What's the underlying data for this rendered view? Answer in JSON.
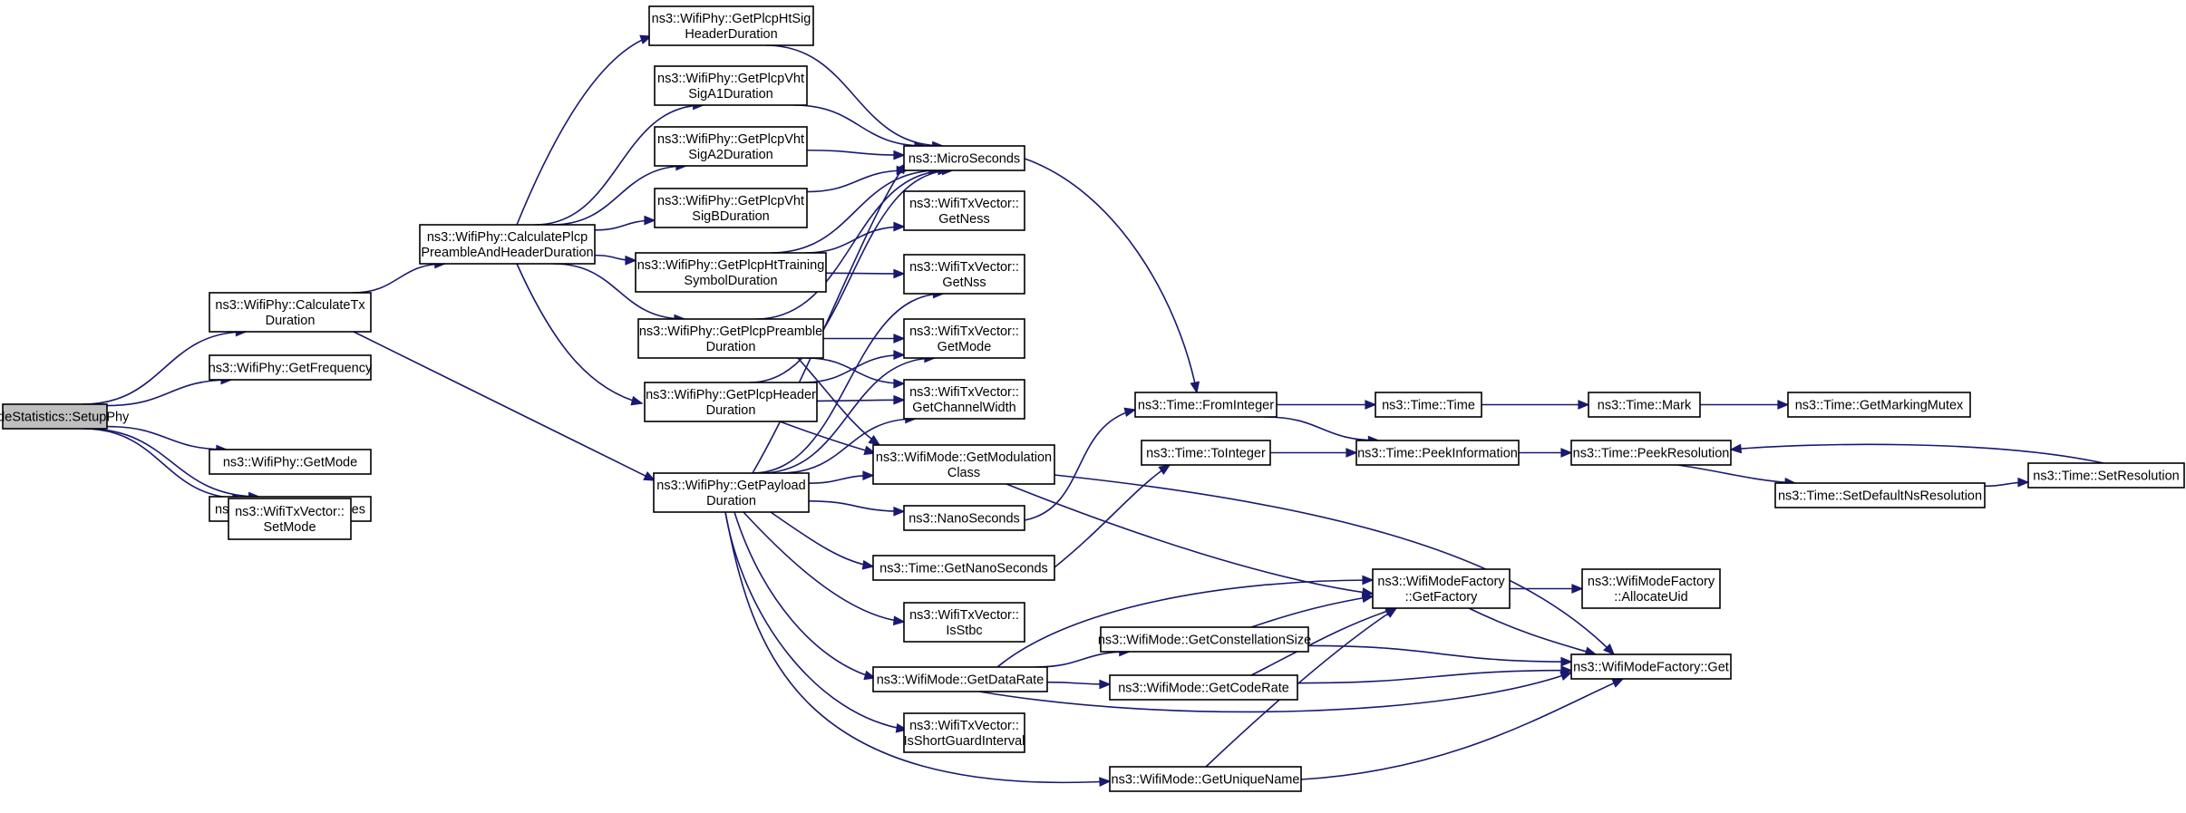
{
  "graph": {
    "nodes": [
      {
        "id": "setupphy",
        "lines": [
          "NodeStatistics::SetupPhy"
        ],
        "root": true
      },
      {
        "id": "calctx",
        "lines": [
          "ns3::WifiPhy::CalculateTx",
          "Duration"
        ]
      },
      {
        "id": "getfreq",
        "lines": [
          "ns3::WifiPhy::GetFrequency"
        ]
      },
      {
        "id": "getmode",
        "lines": [
          "ns3::WifiPhy::GetMode"
        ]
      },
      {
        "id": "getnmodes",
        "lines": [
          "ns3::WifiPhy::GetNModes"
        ]
      },
      {
        "id": "setmode",
        "lines": [
          "ns3::WifiTxVector::",
          "SetMode"
        ]
      },
      {
        "id": "calcplcp",
        "lines": [
          "ns3::WifiPhy::CalculatePlcp",
          "PreambleAndHeaderDuration"
        ]
      },
      {
        "id": "getpayload",
        "lines": [
          "ns3::WifiPhy::GetPayload",
          "Duration"
        ]
      },
      {
        "id": "htsig",
        "lines": [
          "ns3::WifiPhy::GetPlcpHtSig",
          "HeaderDuration"
        ]
      },
      {
        "id": "vhtsiga1",
        "lines": [
          "ns3::WifiPhy::GetPlcpVht",
          "SigA1Duration"
        ]
      },
      {
        "id": "vhtsiga2",
        "lines": [
          "ns3::WifiPhy::GetPlcpVht",
          "SigA2Duration"
        ]
      },
      {
        "id": "vhtsigb",
        "lines": [
          "ns3::WifiPhy::GetPlcpVht",
          "SigBDuration"
        ]
      },
      {
        "id": "httraining",
        "lines": [
          "ns3::WifiPhy::GetPlcpHtTraining",
          "SymbolDuration"
        ]
      },
      {
        "id": "preamble",
        "lines": [
          "ns3::WifiPhy::GetPlcpPreamble",
          "Duration"
        ]
      },
      {
        "id": "header",
        "lines": [
          "ns3::WifiPhy::GetPlcpHeader",
          "Duration"
        ]
      },
      {
        "id": "micro",
        "lines": [
          "ns3::MicroSeconds"
        ]
      },
      {
        "id": "getness",
        "lines": [
          "ns3::WifiTxVector::",
          "GetNess"
        ]
      },
      {
        "id": "getnss",
        "lines": [
          "ns3::WifiTxVector::",
          "GetNss"
        ]
      },
      {
        "id": "txgetmode",
        "lines": [
          "ns3::WifiTxVector::",
          "GetMode"
        ]
      },
      {
        "id": "chwidth",
        "lines": [
          "ns3::WifiTxVector::",
          "GetChannelWidth"
        ]
      },
      {
        "id": "modclass",
        "lines": [
          "ns3::WifiMode::GetModulation",
          "Class"
        ]
      },
      {
        "id": "nano",
        "lines": [
          "ns3::NanoSeconds"
        ]
      },
      {
        "id": "getnano",
        "lines": [
          "ns3::Time::GetNanoSeconds"
        ]
      },
      {
        "id": "isstbc",
        "lines": [
          "ns3::WifiTxVector::",
          "IsStbc"
        ]
      },
      {
        "id": "datarate",
        "lines": [
          "ns3::WifiMode::GetDataRate"
        ]
      },
      {
        "id": "shortgi",
        "lines": [
          "ns3::WifiTxVector::",
          "IsShortGuardInterval"
        ]
      },
      {
        "id": "uniquename",
        "lines": [
          "ns3::WifiMode::GetUniqueName"
        ]
      },
      {
        "id": "fromint",
        "lines": [
          "ns3::Time::FromInteger"
        ]
      },
      {
        "id": "toint",
        "lines": [
          "ns3::Time::ToInteger"
        ]
      },
      {
        "id": "constsize",
        "lines": [
          "ns3::WifiMode::GetConstellationSize"
        ]
      },
      {
        "id": "coderate",
        "lines": [
          "ns3::WifiMode::GetCodeRate"
        ]
      },
      {
        "id": "time",
        "lines": [
          "ns3::Time::Time"
        ]
      },
      {
        "id": "peekinfo",
        "lines": [
          "ns3::Time::PeekInformation"
        ]
      },
      {
        "id": "getfactory",
        "lines": [
          "ns3::WifiModeFactory",
          "::GetFactory"
        ]
      },
      {
        "id": "mfget",
        "lines": [
          "ns3::WifiModeFactory::Get"
        ]
      },
      {
        "id": "mark",
        "lines": [
          "ns3::Time::Mark"
        ]
      },
      {
        "id": "peekres",
        "lines": [
          "ns3::Time::PeekResolution"
        ]
      },
      {
        "id": "allocuid",
        "lines": [
          "ns3::WifiModeFactory",
          "::AllocateUid"
        ]
      },
      {
        "id": "setdefns",
        "lines": [
          "ns3::Time::SetDefaultNsResolution"
        ]
      },
      {
        "id": "mutex",
        "lines": [
          "ns3::Time::GetMarkingMutex"
        ]
      },
      {
        "id": "setres",
        "lines": [
          "ns3::Time::SetResolution"
        ]
      }
    ],
    "edges": [
      [
        "setupphy",
        "calctx"
      ],
      [
        "setupphy",
        "getfreq"
      ],
      [
        "setupphy",
        "getmode"
      ],
      [
        "setupphy",
        "getnmodes"
      ],
      [
        "setupphy",
        "setmode"
      ],
      [
        "calctx",
        "calcplcp"
      ],
      [
        "calctx",
        "getpayload"
      ],
      [
        "calcplcp",
        "htsig"
      ],
      [
        "calcplcp",
        "vhtsiga1"
      ],
      [
        "calcplcp",
        "vhtsiga2"
      ],
      [
        "calcplcp",
        "vhtsigb"
      ],
      [
        "calcplcp",
        "httraining"
      ],
      [
        "calcplcp",
        "preamble"
      ],
      [
        "calcplcp",
        "header"
      ],
      [
        "htsig",
        "micro"
      ],
      [
        "vhtsiga1",
        "micro"
      ],
      [
        "vhtsiga2",
        "micro"
      ],
      [
        "vhtsigb",
        "micro"
      ],
      [
        "httraining",
        "micro"
      ],
      [
        "httraining",
        "getness"
      ],
      [
        "httraining",
        "getnss"
      ],
      [
        "preamble",
        "micro"
      ],
      [
        "preamble",
        "txgetmode"
      ],
      [
        "preamble",
        "chwidth"
      ],
      [
        "preamble",
        "modclass"
      ],
      [
        "header",
        "micro"
      ],
      [
        "header",
        "txgetmode"
      ],
      [
        "header",
        "chwidth"
      ],
      [
        "header",
        "modclass"
      ],
      [
        "getpayload",
        "micro"
      ],
      [
        "getpayload",
        "getnss"
      ],
      [
        "getpayload",
        "txgetmode"
      ],
      [
        "getpayload",
        "chwidth"
      ],
      [
        "getpayload",
        "modclass"
      ],
      [
        "getpayload",
        "nano"
      ],
      [
        "getpayload",
        "getnano"
      ],
      [
        "getpayload",
        "isstbc"
      ],
      [
        "getpayload",
        "datarate"
      ],
      [
        "getpayload",
        "shortgi"
      ],
      [
        "getpayload",
        "uniquename"
      ],
      [
        "micro",
        "fromint"
      ],
      [
        "nano",
        "fromint"
      ],
      [
        "getnano",
        "toint"
      ],
      [
        "modclass",
        "getfactory"
      ],
      [
        "modclass",
        "mfget"
      ],
      [
        "datarate",
        "getfactory"
      ],
      [
        "datarate",
        "constsize"
      ],
      [
        "datarate",
        "coderate"
      ],
      [
        "datarate",
        "mfget"
      ],
      [
        "constsize",
        "getfactory"
      ],
      [
        "constsize",
        "mfget"
      ],
      [
        "coderate",
        "getfactory"
      ],
      [
        "coderate",
        "mfget"
      ],
      [
        "uniquename",
        "getfactory"
      ],
      [
        "uniquename",
        "mfget"
      ],
      [
        "fromint",
        "time"
      ],
      [
        "fromint",
        "peekinfo"
      ],
      [
        "toint",
        "peekinfo"
      ],
      [
        "time",
        "mark"
      ],
      [
        "mark",
        "mutex"
      ],
      [
        "peekinfo",
        "peekres"
      ],
      [
        "peekres",
        "setdefns"
      ],
      [
        "setdefns",
        "setres"
      ],
      [
        "setres",
        "peekres"
      ],
      [
        "getfactory",
        "allocuid"
      ],
      [
        "getfactory",
        "mfget"
      ]
    ]
  }
}
